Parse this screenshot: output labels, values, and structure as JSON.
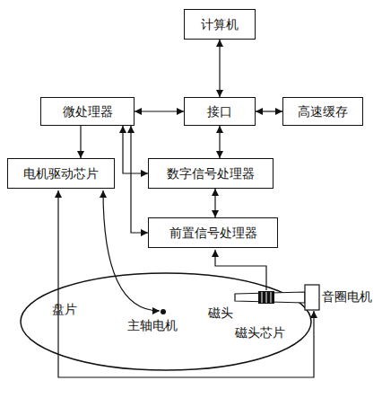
{
  "diagram": {
    "nodes": [
      {
        "text": [
          "计算机"
        ]
      },
      {
        "text": [
          "微处理器"
        ]
      },
      {
        "text": [
          "接口"
        ]
      },
      {
        "text": [
          "高速缓存"
        ]
      },
      {
        "text": [
          "电机驱动芯片"
        ]
      },
      {
        "text": [
          "数字信号处理器"
        ]
      },
      {
        "text": [
          "前置信号处理器"
        ]
      }
    ],
    "edges": [
      {
        "from": 0,
        "to": 2,
        "arrow": "both"
      },
      {
        "from": 1,
        "to": 2,
        "arrow": "both"
      },
      {
        "from": 2,
        "to": 3,
        "arrow": "both"
      },
      {
        "from": 1,
        "to": 4,
        "arrow": "to"
      },
      {
        "from": 1,
        "to": 5,
        "arrow": "both"
      },
      {
        "from": 1,
        "to": 6,
        "arrow": "both"
      },
      {
        "from": 2,
        "to": 5,
        "arrow": "both"
      },
      {
        "from": 5,
        "to": 6,
        "arrow": "both"
      }
    ],
    "labels": [
      "盘片",
      "主轴电机",
      "磁头",
      "磁头芯片",
      "音圈电机"
    ]
  }
}
